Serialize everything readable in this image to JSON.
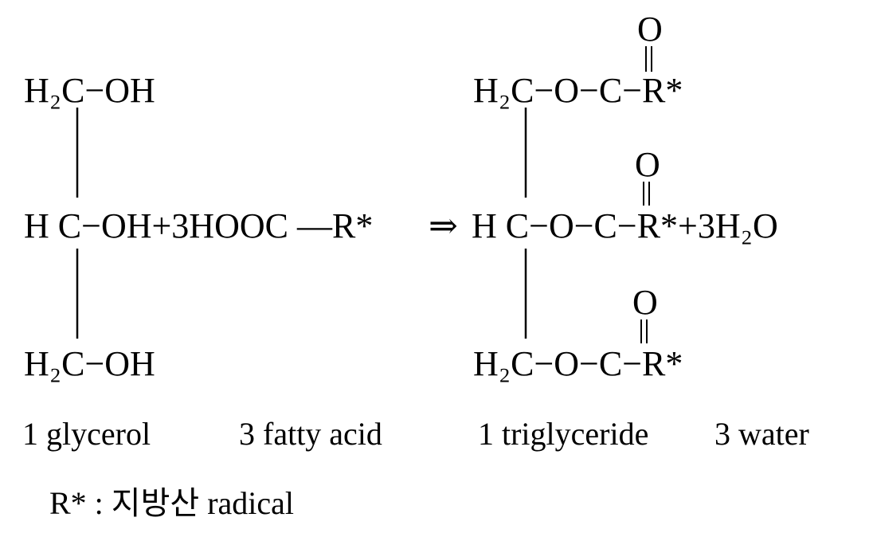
{
  "reactant": {
    "row_top": "H₂C−OH",
    "row_mid": "H C−OH+3HOOC ―R*",
    "row_bottom": "H₂C−OH"
  },
  "arrow": "⇒",
  "product": {
    "carbonyl_o": "O",
    "row_top": "H₂C−O−C−R*",
    "row_mid": "H C−O−C−R*+3H₂O",
    "row_bottom": "H₂C−O−C−R*"
  },
  "labels": {
    "glycerol": "1 glycerol",
    "fatty_acid": "3 fatty acid",
    "triglyceride": "1 triglyceride",
    "water": "3 water"
  },
  "footnote": "R* : 지방산 radical"
}
